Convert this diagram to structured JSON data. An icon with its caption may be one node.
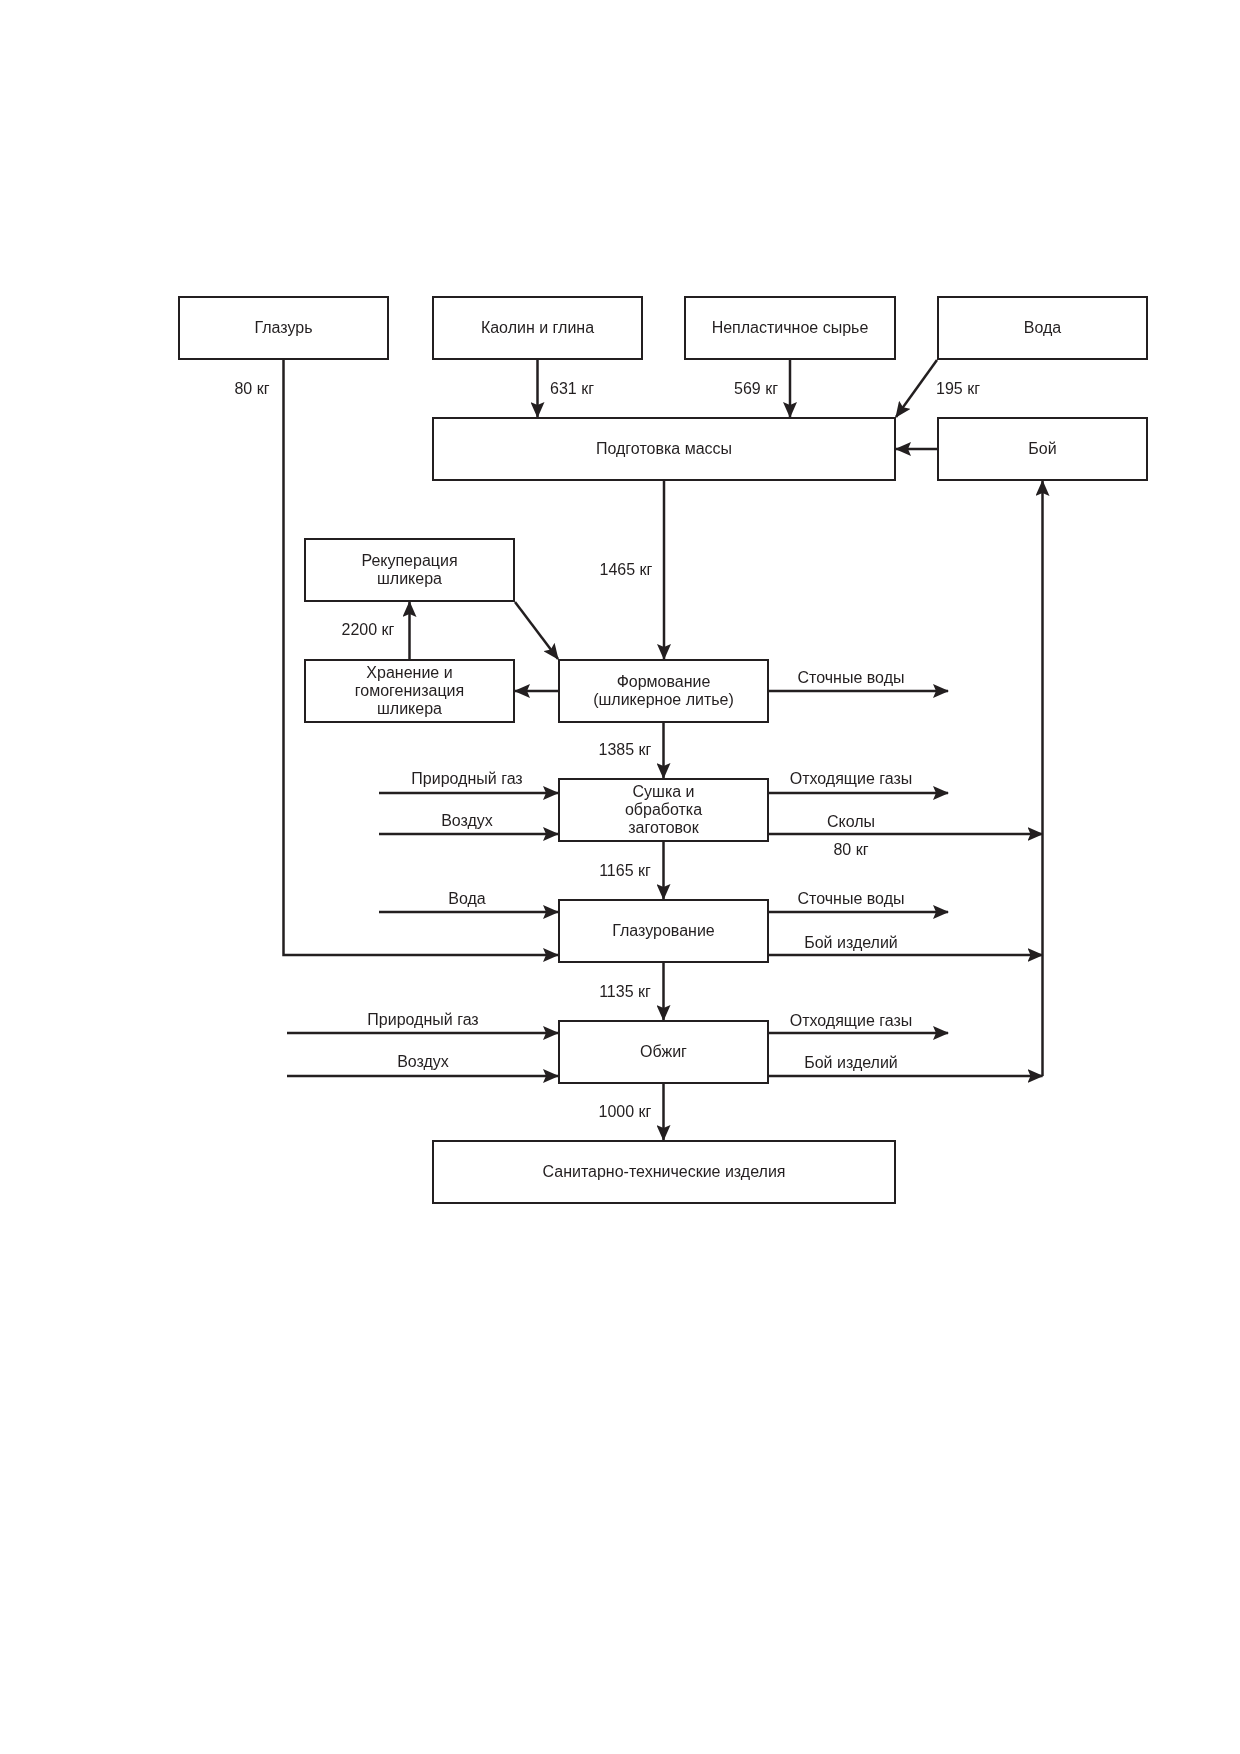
{
  "diagram": {
    "nodes": [
      {
        "text": [
          "Глазурь"
        ]
      },
      {
        "text": [
          "Каолин и глина"
        ]
      },
      {
        "text": [
          "Непластичное сырье"
        ]
      },
      {
        "text": [
          "Вода"
        ]
      },
      {
        "text": [
          "Подготовка массы"
        ]
      },
      {
        "text": [
          "Бой"
        ]
      },
      {
        "text": [
          "Рекуперация шликера"
        ]
      },
      {
        "text": [
          "Хранение и гомогенизация шликера"
        ]
      },
      {
        "text": [
          "Формование (шликерное литье)"
        ]
      },
      {
        "text": [
          "Сушка и обработка заготовок"
        ]
      },
      {
        "text": [
          "Глазурование"
        ]
      },
      {
        "text": [
          "Обжиг"
        ]
      },
      {
        "text": [
          "Санитарно-технические изделия"
        ]
      }
    ],
    "edges": [
      {
        "from": 1,
        "to": 4,
        "arrow": "to",
        "label": "631 кг"
      },
      {
        "from": 2,
        "to": 4,
        "arrow": "to",
        "label": "569 кг"
      },
      {
        "from": 3,
        "to": 4,
        "arrow": "to",
        "label": "195 кг"
      },
      {
        "from": 5,
        "to": 4,
        "arrow": "to"
      },
      {
        "from": 0,
        "to": 10,
        "arrow": "to",
        "label": "80 кг"
      },
      {
        "from": 4,
        "to": 8,
        "arrow": "to",
        "label": "1465 кг"
      },
      {
        "from": 6,
        "to": 8,
        "arrow": "to"
      },
      {
        "from": 7,
        "to": 6,
        "arrow": "to",
        "label": "2200 кг"
      },
      {
        "from": 8,
        "to": 7,
        "arrow": "to"
      },
      {
        "from": 8,
        "to": null,
        "arrow": "to",
        "label": "Сточные воды"
      },
      {
        "from": 8,
        "to": 9,
        "arrow": "to",
        "label": "1385 кг"
      },
      {
        "from": null,
        "to": 9,
        "arrow": "to",
        "label": "Природный газ"
      },
      {
        "from": 9,
        "to": null,
        "arrow": "to",
        "label": "Отходящие газы"
      },
      {
        "from": null,
        "to": 9,
        "arrow": "to",
        "label": "Воздух"
      },
      {
        "from": 9,
        "to": 5,
        "arrow": "to",
        "label": "Сколы"
      },
      {
        "from": 9,
        "to": 10,
        "arrow": "to",
        "label": "1165 кг"
      },
      {
        "from": null,
        "to": 10,
        "arrow": "to",
        "label": "Вода"
      },
      {
        "from": 10,
        "to": null,
        "arrow": "to",
        "label": "Сточные воды"
      },
      {
        "from": 10,
        "to": 5,
        "arrow": "to",
        "label": "Бой изделий"
      },
      {
        "from": 10,
        "to": 11,
        "arrow": "to",
        "label": "1135 кг"
      },
      {
        "from": null,
        "to": 11,
        "arrow": "to",
        "label": "Природный газ"
      },
      {
        "from": 11,
        "to": null,
        "arrow": "to",
        "label": "Отходящие газы"
      },
      {
        "from": null,
        "to": 11,
        "arrow": "to",
        "label": "Воздух"
      },
      {
        "from": 11,
        "to": 5,
        "arrow": "to",
        "label": "Бой изделий"
      },
      {
        "from": 11,
        "to": 12,
        "arrow": "to",
        "label": "1000 кг"
      }
    ],
    "labels": [
      "80 кг"
    ]
  }
}
